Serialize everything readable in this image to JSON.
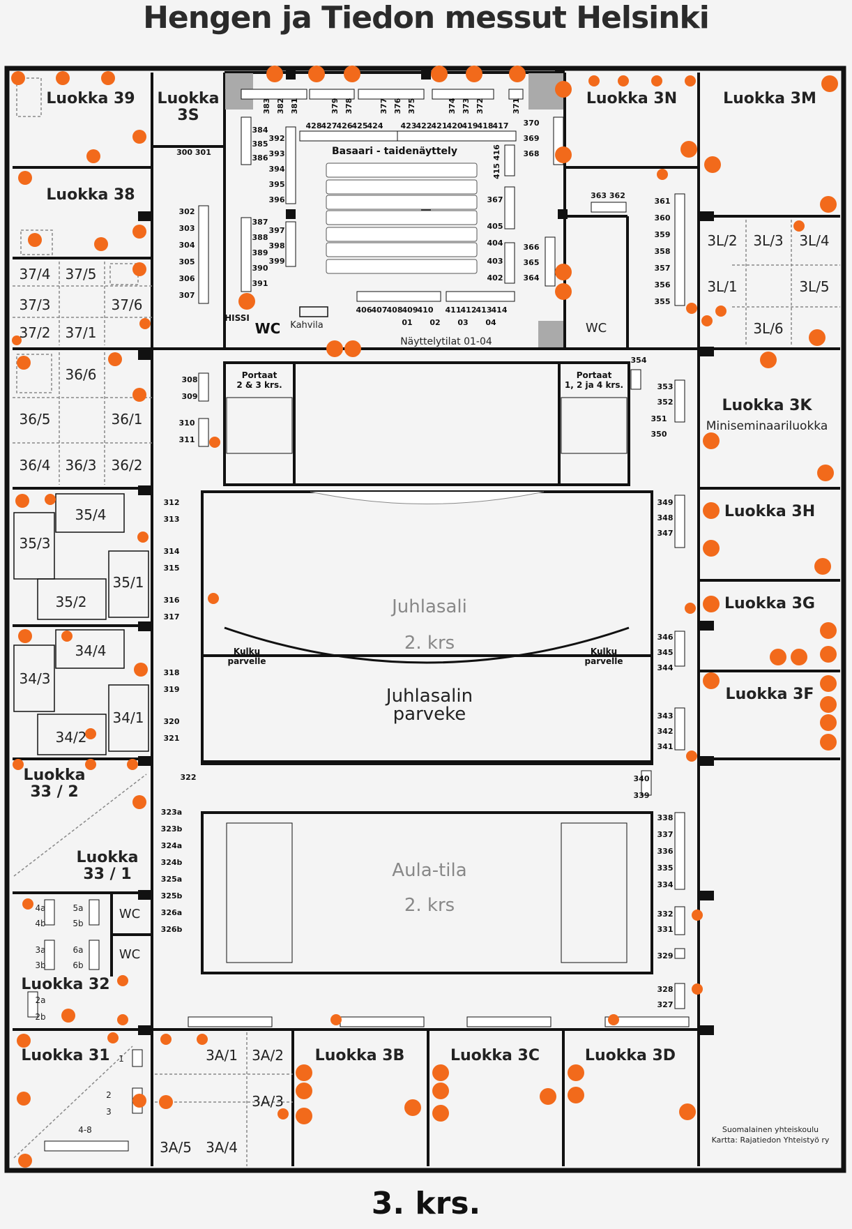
{
  "title": "Hengen ja Tiedon messut Helsinki",
  "floor": "3. krs.",
  "credits": {
    "line1": "Suomalainen yhteiskoulu",
    "line2": "Kartta:  Rajatiedon Yhteistyö ry"
  },
  "rooms": {
    "l39": "Luokka 39",
    "l3s_a": "Luokka",
    "l3s_b": "3S",
    "l38": "Luokka 38",
    "l3n": "Luokka 3N",
    "l3m": "Luokka 3M",
    "l3k": "Luokka 3K",
    "l3k_sub": "Miniseminaariluokka",
    "l3h": "Luokka 3H",
    "l3g": "Luokka 3G",
    "l3f": "Luokka 3F",
    "l33_2a": "Luokka",
    "l33_2b": "33 / 2",
    "l33_1a": "Luokka",
    "l33_1b": "33 / 1",
    "l32": "Luokka 32",
    "l31": "Luokka 31",
    "l3b": "Luokka 3B",
    "l3c": "Luokka 3C",
    "l3d": "Luokka 3D",
    "basaari": "Basaari - taidenäyttely",
    "kahvila": "Kahvila",
    "hissi": "HISSI",
    "wc": "WC",
    "nayttely": "Näyttelytilat 01-04",
    "portaat_l1": "Portaat",
    "portaat_l2": "2 & 3 krs.",
    "portaat_r1": "Portaat",
    "portaat_r2": "1, 2 ja 4 krs.",
    "kulku1": "Kulku",
    "kulku2": "parvelle",
    "juhlasali": "Juhlasali",
    "krs2": "2. krs",
    "parveke1": "Juhlasalin",
    "parveke2": "parveke",
    "aula": "Aula-tila"
  },
  "subrooms": {
    "r37": [
      "37/4",
      "37/5",
      "37/3",
      "37/6",
      "37/2",
      "37/1"
    ],
    "r36": [
      "36/6",
      "36/5",
      "36/1",
      "36/4",
      "36/3",
      "36/2"
    ],
    "r35": [
      "35/4",
      "35/3",
      "35/1",
      "35/2"
    ],
    "r34": [
      "34/4",
      "34/3",
      "34/1",
      "34/2"
    ],
    "r3l": [
      "3L/2",
      "3L/3",
      "3L/4",
      "3L/1",
      "3L/5",
      "3L/6"
    ],
    "r3a": [
      "3A/1",
      "3A/2",
      "3A/3",
      "3A/5",
      "3A/4"
    ],
    "r32": [
      "4a",
      "5a",
      "4b",
      "5b",
      "3a",
      "6a",
      "3b",
      "6b",
      "2a",
      "2b"
    ],
    "r31": [
      "1",
      "2",
      "3",
      "4-8"
    ]
  },
  "stands": {
    "top_row_left": [
      "383",
      "382",
      "381",
      "379",
      "378",
      "377",
      "376",
      "375",
      "374",
      "373",
      "372",
      "371"
    ],
    "top_inner": [
      "428",
      "427",
      "426",
      "425",
      "424",
      "423",
      "422",
      "421",
      "420",
      "419",
      "418",
      "417"
    ],
    "left_col_a": [
      "384",
      "385",
      "386"
    ],
    "left_col_b": [
      "392",
      "393",
      "394",
      "395",
      "396"
    ],
    "left_col_c": [
      "387",
      "388",
      "389",
      "390",
      "391"
    ],
    "left_col_d": [
      "397",
      "398",
      "399"
    ],
    "right_col": [
      "370",
      "369",
      "368"
    ],
    "right_inner": [
      "415 416",
      "367",
      "405",
      "404",
      "403",
      "402"
    ],
    "right_outer": [
      "366",
      "365",
      "364"
    ],
    "bottom_row": [
      "406",
      "407",
      "408",
      "409",
      "410",
      "411",
      "412",
      "413",
      "414"
    ],
    "nayttely": [
      "01",
      "02",
      "03",
      "04"
    ],
    "corridor_left_top": [
      "300 301",
      "302",
      "303",
      "304",
      "305",
      "306",
      "307"
    ],
    "corridor_left": [
      "308",
      "309",
      "310",
      "311",
      "312",
      "313",
      "314",
      "315",
      "316",
      "317",
      "318",
      "319",
      "320",
      "321",
      "322",
      "323a",
      "323b",
      "324a",
      "324b",
      "325a",
      "325b",
      "326a",
      "326b"
    ],
    "corridor_right_top": [
      "363 362",
      "361",
      "360",
      "359",
      "358",
      "357",
      "356",
      "355",
      "354"
    ],
    "corridor_right": [
      "353",
      "352",
      "351",
      "350",
      "349",
      "348",
      "347",
      "346",
      "345",
      "344",
      "343",
      "342",
      "341",
      "340",
      "339",
      "338",
      "337",
      "336",
      "335",
      "334",
      "332",
      "331",
      "329",
      "328",
      "327"
    ]
  }
}
